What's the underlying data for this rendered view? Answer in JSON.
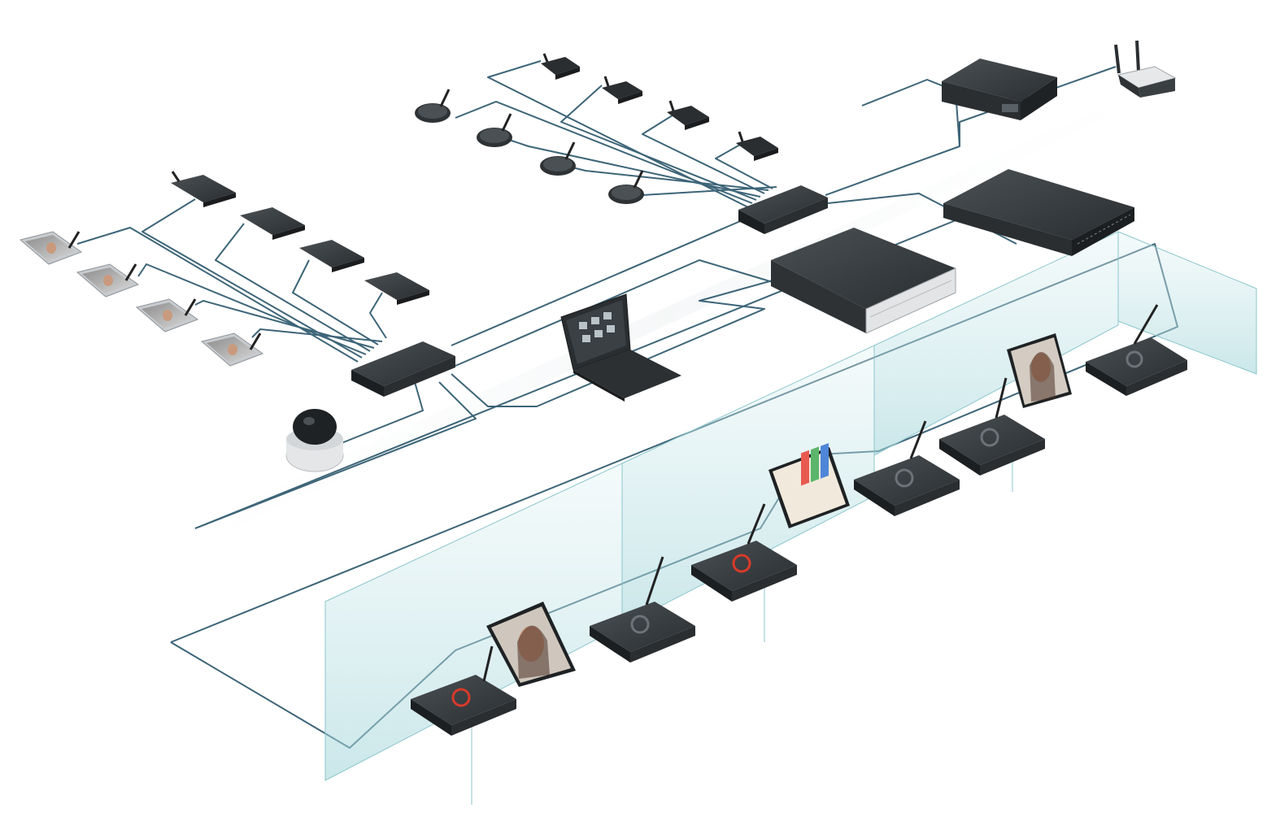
{
  "diagram": {
    "kind": "conference-system-topology",
    "colors": {
      "cable": "#3d6578",
      "device_dark": "#2e3235",
      "device_top": "#3b4043",
      "device_light": "#d9dcde",
      "glass": "#bfe3e6",
      "screen_face": "#c99a7e",
      "accent_red": "#d83a2a"
    },
    "devices": [
      {
        "id": "wireless-access-point",
        "icon": "router-icon"
      },
      {
        "id": "server-unit-top",
        "icon": "server-icon"
      },
      {
        "id": "rack-switch",
        "icon": "rack-unit-icon"
      },
      {
        "id": "central-control-unit",
        "icon": "control-unit-icon"
      },
      {
        "id": "laptop-pc",
        "icon": "laptop-icon"
      },
      {
        "id": "dome-camera",
        "icon": "camera-icon"
      },
      {
        "id": "network-hub-left",
        "icon": "hub-icon"
      },
      {
        "id": "network-hub-top",
        "icon": "hub-icon"
      }
    ],
    "device_groups": [
      {
        "id": "wireless-discussion-units",
        "count": 8,
        "icon": "wireless-mic-icon"
      },
      {
        "id": "touchscreen-delegate-units",
        "count": 4,
        "icon": "tablet-mic-icon"
      },
      {
        "id": "gooseneck-delegate-units",
        "count": 4,
        "icon": "flat-mic-icon"
      },
      {
        "id": "table-delegate-consoles",
        "count": 6,
        "icon": "console-icon"
      },
      {
        "id": "table-display-screens",
        "count": 3,
        "icon": "display-icon"
      }
    ],
    "glass_partitions": 4
  }
}
